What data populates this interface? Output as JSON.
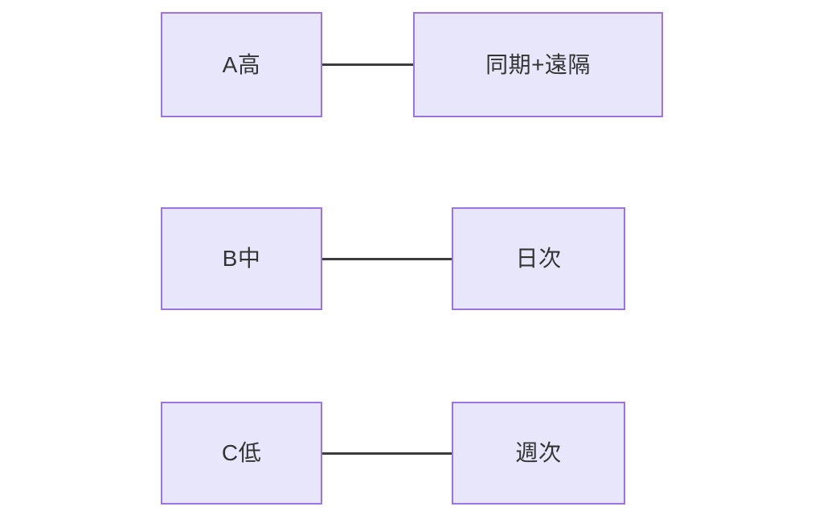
{
  "diagram": {
    "type": "flow-pairs",
    "background_color": "#ffffff",
    "node_fill_color": "#e8e6fb",
    "node_border_color": "#9b73e3",
    "node_text_color": "#333333",
    "edge_color": "#3c3c3c",
    "rows": [
      {
        "source": "A高",
        "target": "同期+遠隔"
      },
      {
        "source": "B中",
        "target": "日次"
      },
      {
        "source": "C低",
        "target": "週次"
      }
    ]
  }
}
